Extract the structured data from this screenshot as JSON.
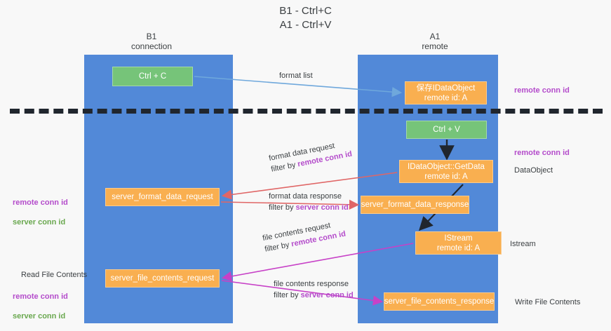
{
  "title": "B1 - Ctrl+C\nA1 - Ctrl+V",
  "columns": {
    "left": {
      "name": "B1",
      "role": "connection",
      "label": "B1\nconnection"
    },
    "right": {
      "name": "A1",
      "role": "remote",
      "label": "A1\nremote"
    }
  },
  "colors": {
    "lane": "#5289d8",
    "green_node": "#76c479",
    "orange_node": "#f9af50",
    "remote_conn_id": "#b44ccb",
    "server_conn_id": "#6aa84f",
    "arrow_format_list": "#6fa8dc",
    "arrow_format_data": "#e06666",
    "arrow_file_contents": "#c741c7",
    "arrow_internal": "#20262e",
    "divider": "#20262e",
    "background": "#f8f8f8"
  },
  "nodes": {
    "ctrl_c": "Ctrl + C",
    "save_idataobject": "保存IDataObject\nremote id: A",
    "ctrl_v": "Ctrl + V",
    "getdata": "IDataObject::GetData\nremote id: A",
    "server_format_data_request": "server_format_data_request",
    "server_format_data_response": "server_format_data_response",
    "istream": "IStream\nremote id: A",
    "server_file_contents_request": "server_file_contents_request",
    "server_file_contents_response": "server_file_contents_response"
  },
  "edges": {
    "format_list": {
      "line1": "format list",
      "line2": "",
      "filter": ""
    },
    "format_data_request": {
      "line1": "format data request",
      "prefix": "filter by ",
      "filter": "remote conn id",
      "filter_kind": "remote"
    },
    "format_data_response": {
      "line1": "format data response",
      "prefix": "filter by ",
      "filter": "server conn id",
      "filter_kind": "server"
    },
    "file_contents_request": {
      "line1": "file contents request",
      "prefix": "filter by ",
      "filter": "remote conn id",
      "filter_kind": "remote"
    },
    "file_contents_response": {
      "line1": "file contents response",
      "prefix": "filter by ",
      "filter": "server conn id",
      "filter_kind": "server"
    }
  },
  "annotations": {
    "right_1": "remote conn id",
    "right_2": "remote conn id",
    "right_3": "DataObject",
    "right_4": "Istream",
    "right_5": "Write File Contents",
    "left_1_a": "remote conn id",
    "left_1_b": "server conn id",
    "left_2": "Read File Contents",
    "left_3_a": "remote conn id",
    "left_3_b": "server conn id"
  }
}
